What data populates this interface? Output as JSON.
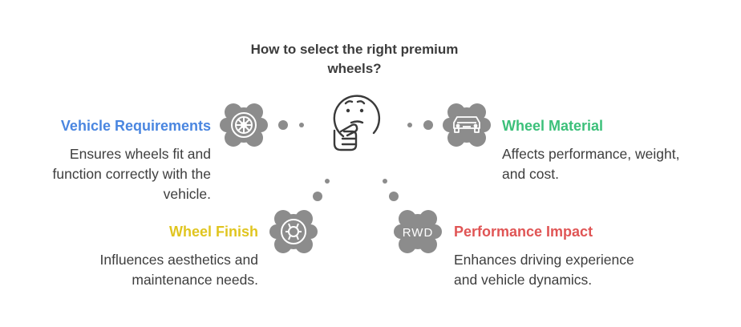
{
  "title": "How to select the right premium\nwheels?",
  "colors": {
    "vehicle_requirements": "#4a86e0",
    "wheel_material": "#3cc07a",
    "wheel_finish": "#e0c520",
    "performance_impact": "#e05555",
    "blob": "#8c8c8c",
    "dot": "#8c8c8c"
  },
  "items": {
    "vehicle_requirements": {
      "heading": "Vehicle Requirements",
      "description": "Ensures wheels fit and\nfunction correctly with the\nvehicle.",
      "icon": "wheel-rim-icon"
    },
    "wheel_material": {
      "heading": "Wheel Material",
      "description": "Affects performance, weight,\nand cost.",
      "icon": "car-front-icon"
    },
    "wheel_finish": {
      "heading": "Wheel Finish",
      "description": "Influences aesthetics and\nmaintenance needs.",
      "icon": "wheel-hub-icon"
    },
    "performance_impact": {
      "heading": "Performance Impact",
      "description": "Enhances driving experience\nand vehicle dynamics.",
      "icon": "rwd-icon",
      "icon_text": "RWD"
    }
  },
  "center_icon": "thinking-face-icon"
}
